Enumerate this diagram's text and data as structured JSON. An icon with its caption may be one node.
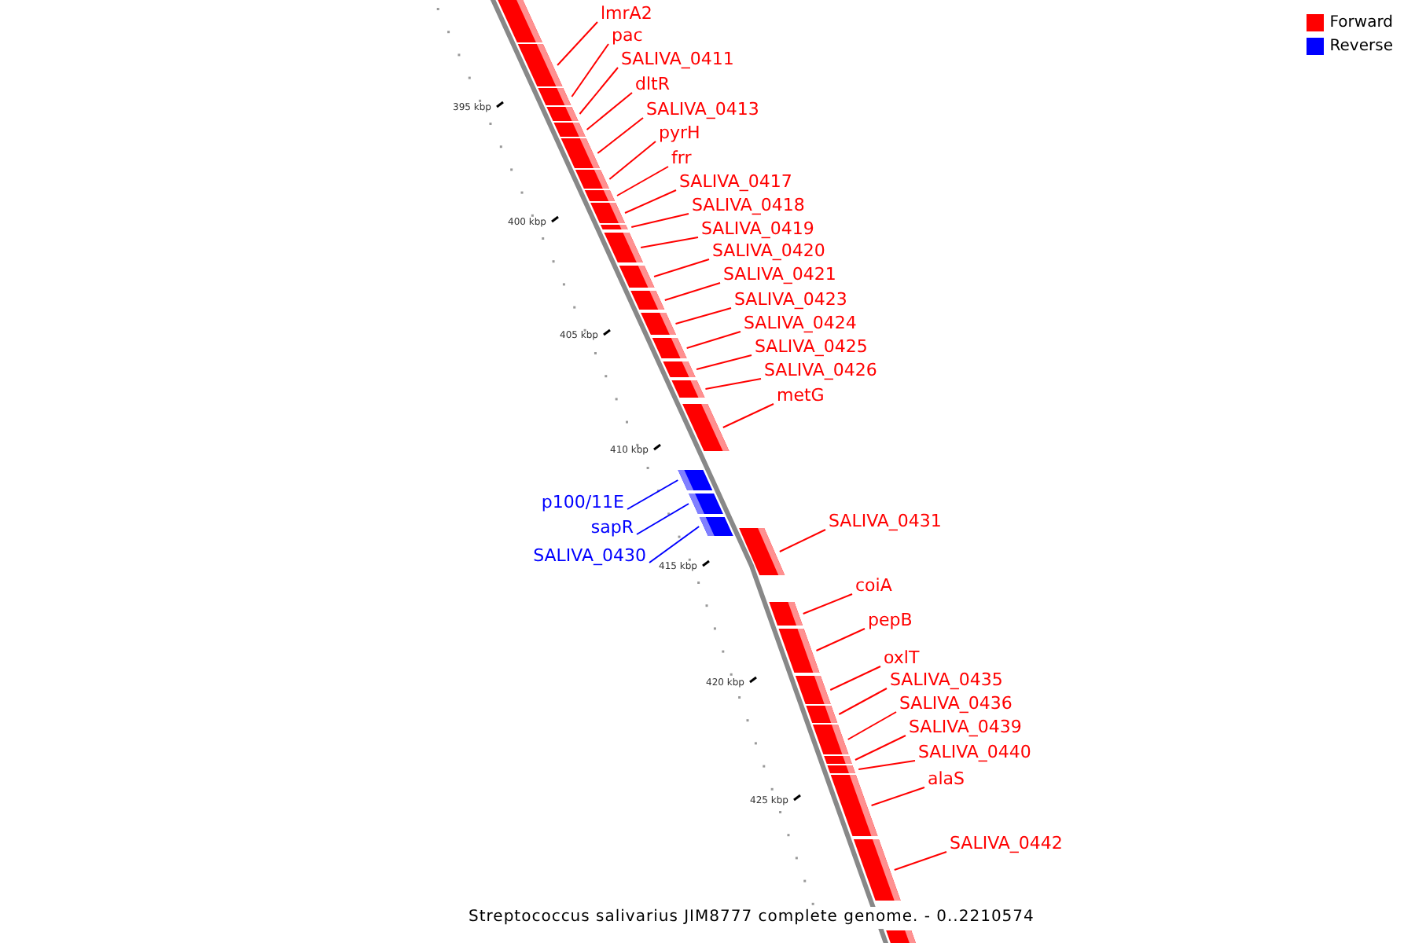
{
  "diagram": {
    "caption": "Streptococcus salivarius JIM8777 complete genome. - 0..2210574",
    "nodes": [
      {
        "text": [
          "lmrA2"
        ]
      },
      {
        "text": [
          "pac"
        ]
      },
      {
        "text": [
          "SALIVA_0411"
        ]
      },
      {
        "text": [
          "dltR"
        ]
      },
      {
        "text": [
          "SALIVA_0413"
        ]
      },
      {
        "text": [
          "pyrH"
        ]
      },
      {
        "text": [
          "frr"
        ]
      },
      {
        "text": [
          "SALIVA_0417"
        ]
      },
      {
        "text": [
          "SALIVA_0418"
        ]
      },
      {
        "text": [
          "SALIVA_0419"
        ]
      },
      {
        "text": [
          "SALIVA_0420"
        ]
      },
      {
        "text": [
          "SALIVA_0421"
        ]
      },
      {
        "text": [
          "SALIVA_0423"
        ]
      },
      {
        "text": [
          "SALIVA_0424"
        ]
      },
      {
        "text": [
          "SALIVA_0425"
        ]
      },
      {
        "text": [
          "SALIVA_0426"
        ]
      },
      {
        "text": [
          "metG"
        ]
      },
      {
        "text": [
          "p100/11E"
        ]
      },
      {
        "text": [
          "sapR"
        ]
      },
      {
        "text": [
          "SALIVA_0430"
        ]
      },
      {
        "text": [
          "SALIVA_0431"
        ]
      },
      {
        "text": [
          "coiA"
        ]
      },
      {
        "text": [
          "pepB"
        ]
      },
      {
        "text": [
          "oxlT"
        ]
      },
      {
        "text": [
          "SALIVA_0435"
        ]
      },
      {
        "text": [
          "SALIVA_0436"
        ]
      },
      {
        "text": [
          "SALIVA_0439"
        ]
      },
      {
        "text": [
          "SALIVA_0440"
        ]
      },
      {
        "text": [
          "alaS"
        ]
      },
      {
        "text": [
          "SALIVA_0442"
        ]
      },
      {
        "text": [],
        "shape": "bar"
      },
      {
        "text": [],
        "shape": "bar"
      },
      {
        "text": [],
        "shape": "bar"
      },
      {
        "text": [],
        "shape": "bar"
      },
      {
        "text": [],
        "shape": "bar"
      },
      {
        "text": [],
        "shape": "bar"
      },
      {
        "text": [],
        "shape": "bar"
      },
      {
        "text": [],
        "shape": "bar"
      },
      {
        "text": [],
        "shape": "bar"
      },
      {
        "text": [],
        "shape": "bar"
      },
      {
        "text": [],
        "shape": "bar"
      },
      {
        "text": [],
        "shape": "bar"
      },
      {
        "text": [],
        "shape": "bar"
      },
      {
        "text": [],
        "shape": "bar"
      },
      {
        "text": [],
        "shape": "bar"
      },
      {
        "text": [],
        "shape": "bar"
      },
      {
        "text": [],
        "shape": "bar"
      },
      {
        "text": [],
        "shape": "bar"
      },
      {
        "text": [],
        "shape": "bar"
      },
      {
        "text": [],
        "shape": "bar"
      },
      {
        "text": [],
        "shape": "bar"
      },
      {
        "text": [],
        "shape": "bar"
      },
      {
        "text": [],
        "shape": "bar"
      },
      {
        "text": [],
        "shape": "bar"
      },
      {
        "text": [],
        "shape": "bar"
      },
      {
        "text": [],
        "shape": "bar"
      },
      {
        "text": [],
        "shape": "bar"
      },
      {
        "text": [],
        "shape": "bar"
      },
      {
        "text": [],
        "shape": "bar"
      },
      {
        "text": [],
        "shape": "bar"
      },
      {
        "text": [],
        "shape": "bar"
      },
      {
        "text": [],
        "shape": "bar"
      }
    ],
    "edges": [
      {
        "from": 0,
        "to": 30,
        "arrow": "none"
      },
      {
        "from": 1,
        "to": 31,
        "arrow": "none"
      },
      {
        "from": 2,
        "to": 32,
        "arrow": "none"
      },
      {
        "from": 3,
        "to": 33,
        "arrow": "none"
      },
      {
        "from": 4,
        "to": 34,
        "arrow": "none"
      },
      {
        "from": 5,
        "to": 35,
        "arrow": "none"
      },
      {
        "from": 6,
        "to": 36,
        "arrow": "none"
      },
      {
        "from": 7,
        "to": 37,
        "arrow": "none"
      },
      {
        "from": 8,
        "to": 38,
        "arrow": "none"
      },
      {
        "from": 9,
        "to": 39,
        "arrow": "none"
      },
      {
        "from": 10,
        "to": 40,
        "arrow": "none"
      },
      {
        "from": 11,
        "to": 41,
        "arrow": "none"
      },
      {
        "from": 12,
        "to": 42,
        "arrow": "none"
      },
      {
        "from": 13,
        "to": 43,
        "arrow": "none"
      },
      {
        "from": 14,
        "to": 44,
        "arrow": "none"
      },
      {
        "from": 15,
        "to": 45,
        "arrow": "none"
      },
      {
        "from": 16,
        "to": 46,
        "arrow": "none"
      },
      {
        "from": 17,
        "to": 47,
        "arrow": "none",
        "color": "#0000ff"
      },
      {
        "from": 18,
        "to": 48,
        "arrow": "none",
        "color": "#0000ff"
      },
      {
        "from": 19,
        "to": 49,
        "arrow": "none",
        "color": "#0000ff"
      },
      {
        "from": 20,
        "to": 50,
        "arrow": "none"
      },
      {
        "from": 21,
        "to": 51,
        "arrow": "none"
      },
      {
        "from": 22,
        "to": 52,
        "arrow": "none"
      },
      {
        "from": 23,
        "to": 53,
        "arrow": "none"
      },
      {
        "from": 24,
        "to": 54,
        "arrow": "none"
      },
      {
        "from": 25,
        "to": 55,
        "arrow": "none"
      },
      {
        "from": 26,
        "to": 56,
        "arrow": "none"
      },
      {
        "from": 27,
        "to": 57,
        "arrow": "none"
      },
      {
        "from": 28,
        "to": 58,
        "arrow": "none"
      },
      {
        "from": 29,
        "to": 59,
        "arrow": "none"
      }
    ],
    "labels": [
      "395 kbp",
      "400 kbp",
      "405 kbp",
      "410 kbp",
      "415 kbp",
      "420 kbp",
      "425 kbp"
    ],
    "legend": [
      {
        "text": "Forward",
        "color": "#ff0000"
      },
      {
        "text": "Reverse",
        "color": "#0000ff"
      }
    ]
  }
}
